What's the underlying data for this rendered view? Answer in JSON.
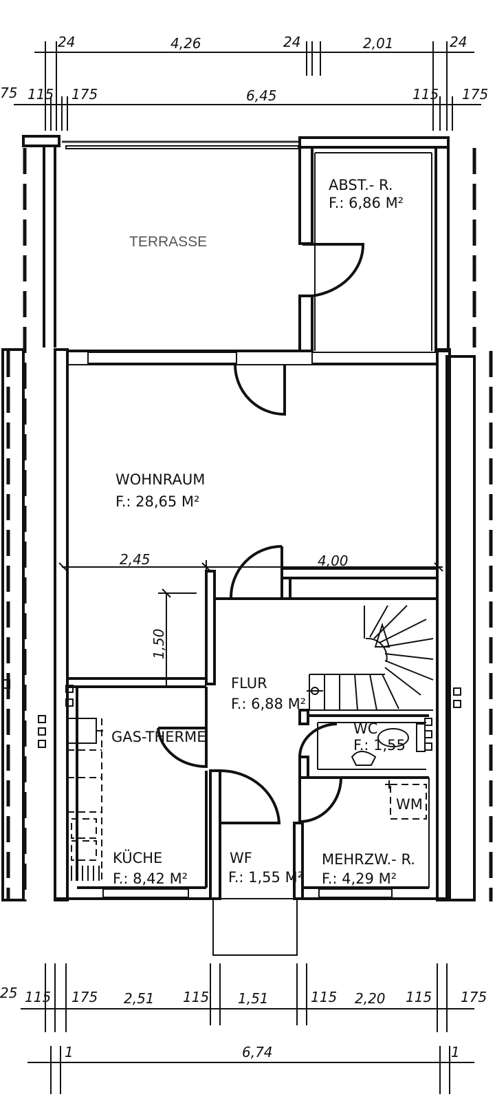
{
  "dimensions_top_row1": [
    "24",
    "4,26",
    "24",
    "2,01",
    "24"
  ],
  "dimensions_top_row2": {
    "left_cut": "75",
    "a": "115",
    "b": "175",
    "total": "6,45",
    "c": "115",
    "d": "175"
  },
  "rooms": {
    "terrasse": {
      "label": "TERRASSE"
    },
    "abstellraum": {
      "label": "ABST.- R.",
      "area": "F.: 6,86 M²"
    },
    "wohnraum": {
      "label": "WOHNRAUM",
      "area": "F.: 28,65 M²"
    },
    "flur": {
      "label": "FLUR",
      "area": "F.: 6,88 M²"
    },
    "wc": {
      "label": "WC",
      "area": "F.: 1,55"
    },
    "kueche": {
      "label": "KÜCHE",
      "area": "F.: 8,42 M²"
    },
    "wf": {
      "label": "WF",
      "area": "F.: 1,55 M²"
    },
    "mehrzweck": {
      "label": "MEHRZW.- R.",
      "area": "F.: 4,29 M²"
    }
  },
  "fixtures": {
    "gas_therme": "GAS-THERME",
    "wm": "WM"
  },
  "dimensions_inner": {
    "left": "2,45",
    "right": "4,00",
    "vertical": "1,50"
  },
  "dimensions_bottom_row1": {
    "left_cut": "25",
    "a": "115",
    "b": "175",
    "c": "2,51",
    "d": "115",
    "e": "1,51",
    "f": "115",
    "g": "2,20",
    "h": "115",
    "i": "175"
  },
  "dimensions_bottom_row2": {
    "a": "1",
    "total": "6,74",
    "b": "1"
  }
}
